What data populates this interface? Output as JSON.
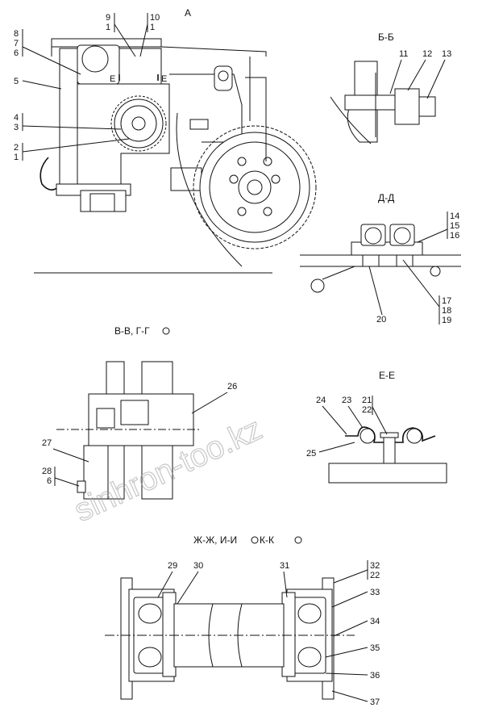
{
  "views": {
    "main_view": "А",
    "section_b": "Б-Б",
    "section_d": "Д-Д",
    "section_v": "В-В, Г-Г",
    "section_e": "Е-Е",
    "section_zh": "Ж-Ж, И-И",
    "section_zh_extra": "К-К"
  },
  "cut_marks": {
    "e_left": "Е",
    "e_right": "Е"
  },
  "parts": {
    "p1": "1",
    "p2": "2",
    "p3": "3",
    "p4": "4",
    "p5": "5",
    "p6": "6",
    "p7": "7",
    "p8": "8",
    "p9": "9",
    "p10": "10",
    "p11": "11",
    "p12": "12",
    "p13": "13",
    "p14": "14",
    "p15": "15",
    "p16": "16",
    "p17": "17",
    "p18": "18",
    "p19": "19",
    "p20": "20",
    "p21": "21",
    "p22": "22",
    "p23": "23",
    "p24": "24",
    "p25": "25",
    "p26": "26",
    "p27": "27",
    "p28": "28",
    "p29": "29",
    "p30": "30",
    "p31": "31",
    "p32": "32",
    "p33": "33",
    "p34": "34",
    "p35": "35",
    "p36": "36",
    "p37": "37"
  },
  "watermark": "sinhron-too.kz"
}
